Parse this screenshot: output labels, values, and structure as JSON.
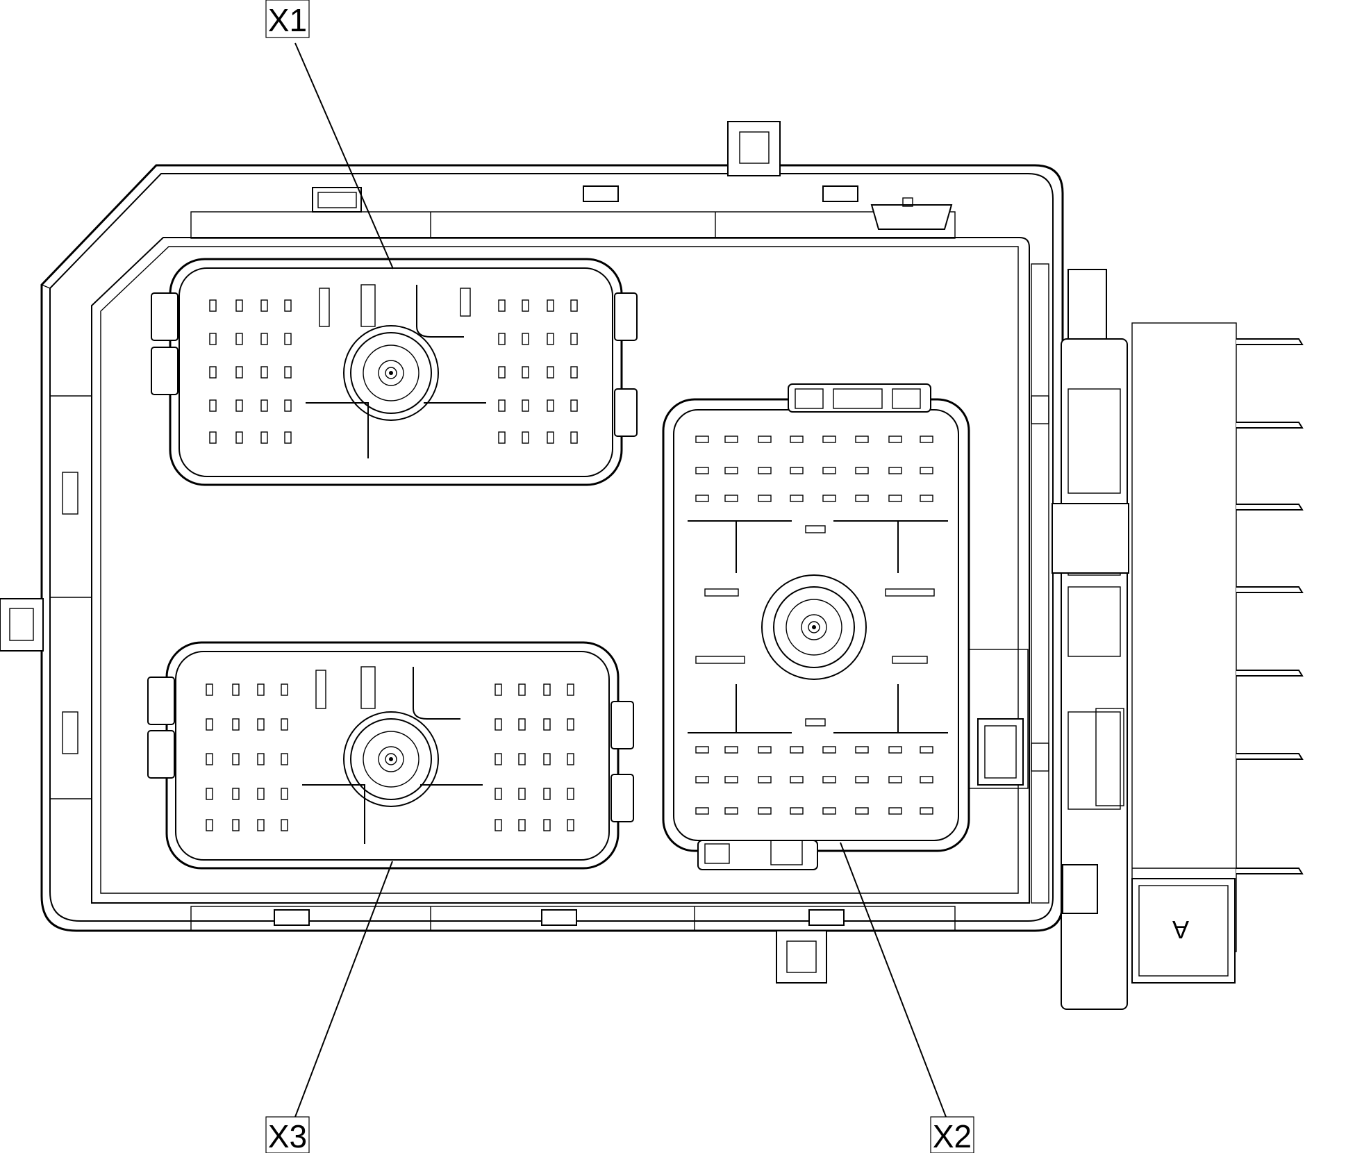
{
  "callouts": {
    "x1": "X1",
    "x2": "X2",
    "x3": "X3"
  },
  "side_marking": "A",
  "colors": {
    "line": "#000000",
    "background": "#ffffff"
  }
}
